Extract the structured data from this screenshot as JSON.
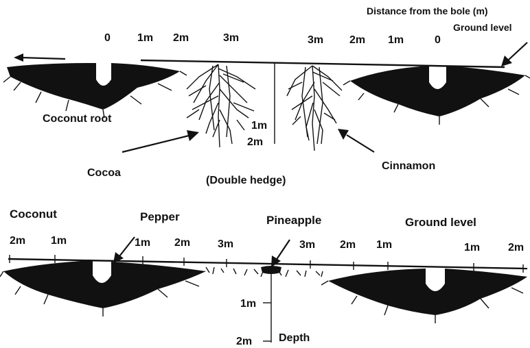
{
  "top": {
    "header_distance": "Distance from the bole (m)",
    "header_ground": "Ground level",
    "ticks_left": [
      "0",
      "1m",
      "2m",
      "3m"
    ],
    "ticks_right": [
      "3m",
      "2m",
      "1m",
      "0"
    ],
    "label_coconut_root": "Coconut root",
    "depth_1": "1m",
    "depth_2": "2m",
    "label_cocoa": "Cocoa",
    "label_cinnamon": "Cinnamon",
    "label_double_hedge": "(Double hedge)"
  },
  "bottom": {
    "label_coconut": "Coconut",
    "label_pepper": "Pepper",
    "label_pineapple": "Pineapple",
    "label_ground": "Ground level",
    "ticks_left": [
      "2m",
      "1m",
      "1m",
      "2m",
      "3m"
    ],
    "ticks_right": [
      "3m",
      "2m",
      "1m",
      "1m",
      "2m"
    ],
    "depth_1": "1m",
    "depth_2": "2m",
    "label_depth": "Depth"
  },
  "colors": {
    "ink": "#111111",
    "paper": "#ffffff"
  }
}
